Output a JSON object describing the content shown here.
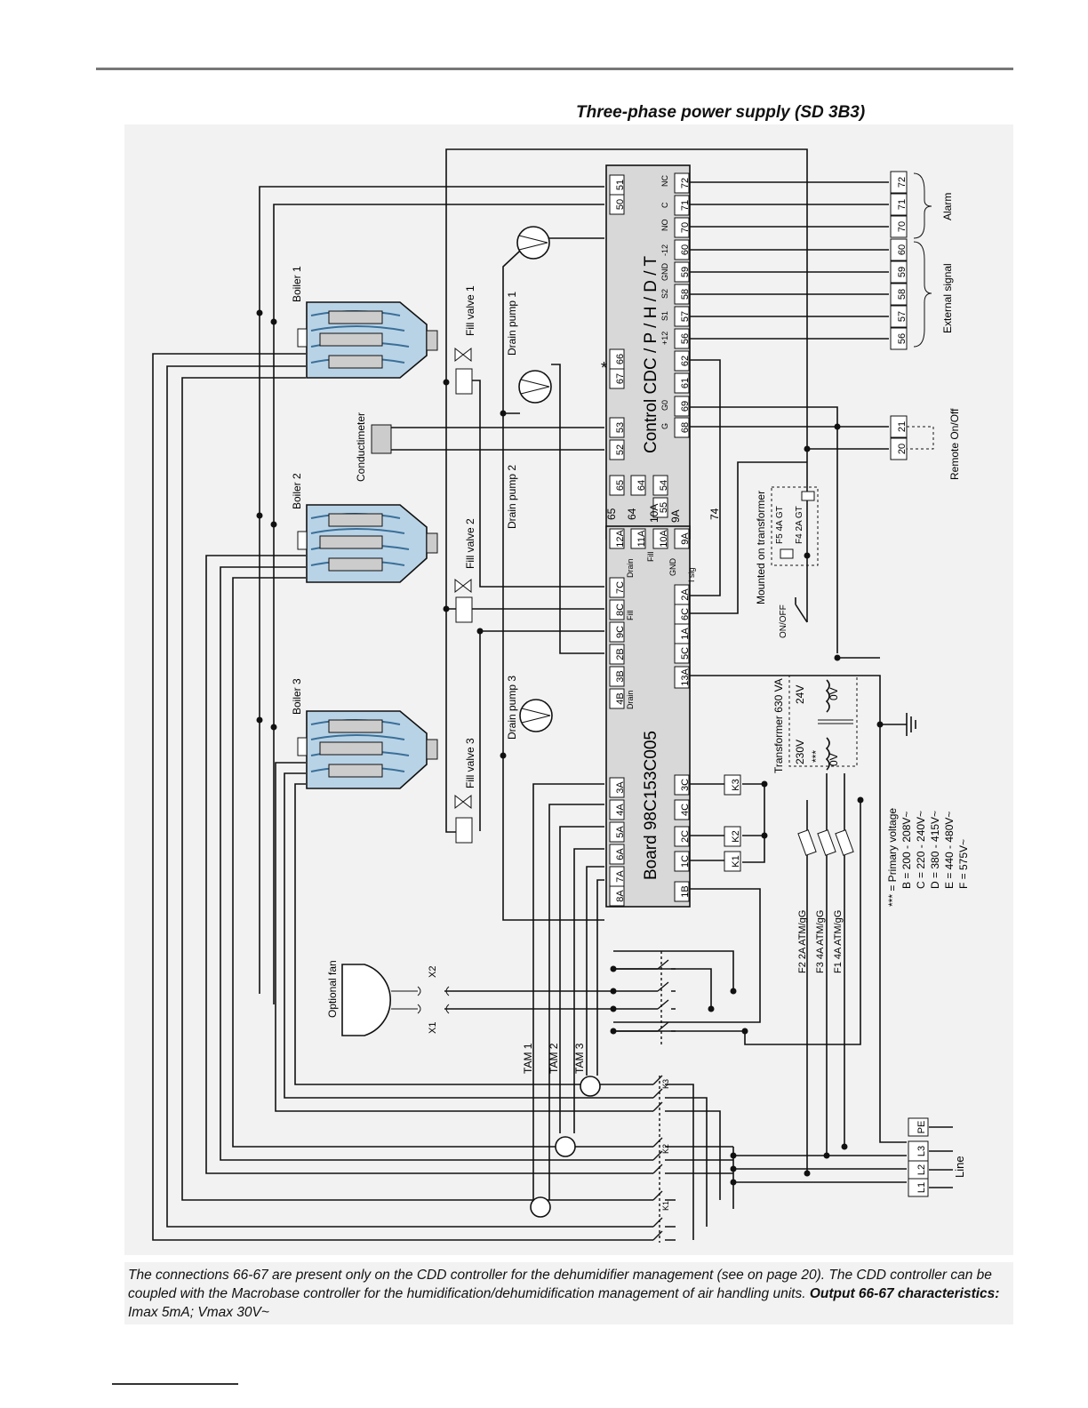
{
  "title": "Three-phase power supply (SD 3B3)",
  "labels": {
    "boiler1": "Boiler 1",
    "boiler2": "Boiler 2",
    "boiler3": "Boiler 3",
    "fill_valve1": "Fill valve 1",
    "fill_valve2": "Fill valve 2",
    "fill_valve3": "Fill valve 3",
    "drain_pump1": "Drain pump 1",
    "drain_pump2": "Drain pump 2",
    "drain_pump3": "Drain pump 3",
    "conductimeter": "Conductimeter",
    "control_board": "Control  CDC / P / H / D / T",
    "main_board": "Board 98C153C005",
    "alarm": "Alarm",
    "external_signal": "External signal",
    "remote": "Remote On/Off",
    "mounted": "Mounted on transformer",
    "onoff": "ON/OFF",
    "transformer": "Transformer 630 VA",
    "v24": "24V",
    "v0": "0V",
    "v230": "230V",
    "stars": "***",
    "optional_fan": "Optional fan",
    "tam1": "TAM 1",
    "tam2": "TAM 2",
    "tam3": "TAM 3",
    "line": "Line",
    "f2": "F2 2A ATM/gG",
    "f3": "F3 4A ATM/gG",
    "f1": "F1 4A ATM/gG",
    "f5": "F5 4A GT",
    "f4": "F4 2A GT",
    "drain": "Drain",
    "fill": "Fill",
    "gnd": "GND",
    "isig": "I sig",
    "n74": "74",
    "star": "*",
    "x1": "X1",
    "x2": "X2",
    "sw_k1": "K1",
    "sw_k2": "K2",
    "sw_k3": "K3"
  },
  "primary_voltage": {
    "heading": "*** = Primary voltage",
    "items": [
      "B = 200 - 208V~",
      "C = 220 - 240V~",
      "D = 380 - 415V~",
      "E = 440 - 480V~",
      "F = 575V~"
    ]
  },
  "control_terminals": [
    "72",
    "71",
    "70",
    "60",
    "59",
    "58",
    "57",
    "56",
    "62",
    "61",
    "69",
    "68",
    "54",
    "55",
    "64",
    "65"
  ],
  "control_top_terminals": [
    "50",
    "51",
    "67",
    "66",
    "52",
    "53"
  ],
  "terminal_captions": [
    "NC",
    "C",
    "NO",
    "-12",
    "GND",
    "S2",
    "S1",
    "+12",
    "G0",
    "G"
  ],
  "control_bottom_labels": [
    "9A",
    "10A",
    "64",
    "65"
  ],
  "board_terminals_top": [
    "12A",
    "11A",
    "10A",
    "9A",
    "7C",
    "8C",
    "9C",
    "2B",
    "3B",
    "4B",
    "3A",
    "4A",
    "5A",
    "6A",
    "7A",
    "8A"
  ],
  "board_terminals_bottom": [
    "2A",
    "6C",
    "1A",
    "5C",
    "13A",
    "3C",
    "4C",
    "2C",
    "1C",
    "1B"
  ],
  "relays": [
    "K3",
    "K2",
    "K1"
  ],
  "alarm_terminals": [
    "72",
    "71",
    "70"
  ],
  "signal_terminals": [
    "60",
    "59",
    "58",
    "57",
    "56"
  ],
  "remote_terminals": [
    "21",
    "20"
  ],
  "line_terminals": [
    "PE",
    "L3",
    "L2",
    "L1"
  ],
  "caption": {
    "part1": "The connections 66-67 are present only on the CDD controller for the dehumidifier management (see on page 20). The CDD controller can be coupled with the Macrobase controller for the humidification/dehumidification management of air handling units. ",
    "bold": "Output 66-67 characteristics:",
    "part2": " Imax 5mA; Vmax 30V~"
  }
}
